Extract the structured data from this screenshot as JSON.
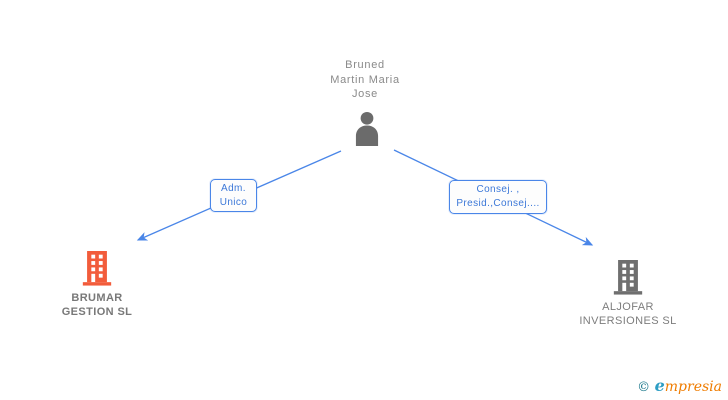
{
  "person": {
    "name": [
      "Bruned",
      "Martin Maria",
      "Jose"
    ]
  },
  "relations": {
    "left": {
      "lines": [
        "Adm.",
        "Unico"
      ]
    },
    "right": {
      "lines": [
        "Consej. ,",
        "Presid.,Consej...."
      ]
    }
  },
  "companies": {
    "left": {
      "name": [
        "BRUMAR",
        "GESTION SL"
      ],
      "icon_color": "#f25c3b"
    },
    "right": {
      "name": [
        "ALJOFAR",
        "INVERSIONES SL"
      ],
      "icon_color": "#6f6f6f"
    }
  },
  "footer": {
    "copyright": "©",
    "brand_e": "e",
    "brand_rest": "mpresia"
  },
  "colors": {
    "arrow_blue": "#4a86e8",
    "box_text_blue": "#3c78d8",
    "person_gray": "#8a8a8a"
  }
}
